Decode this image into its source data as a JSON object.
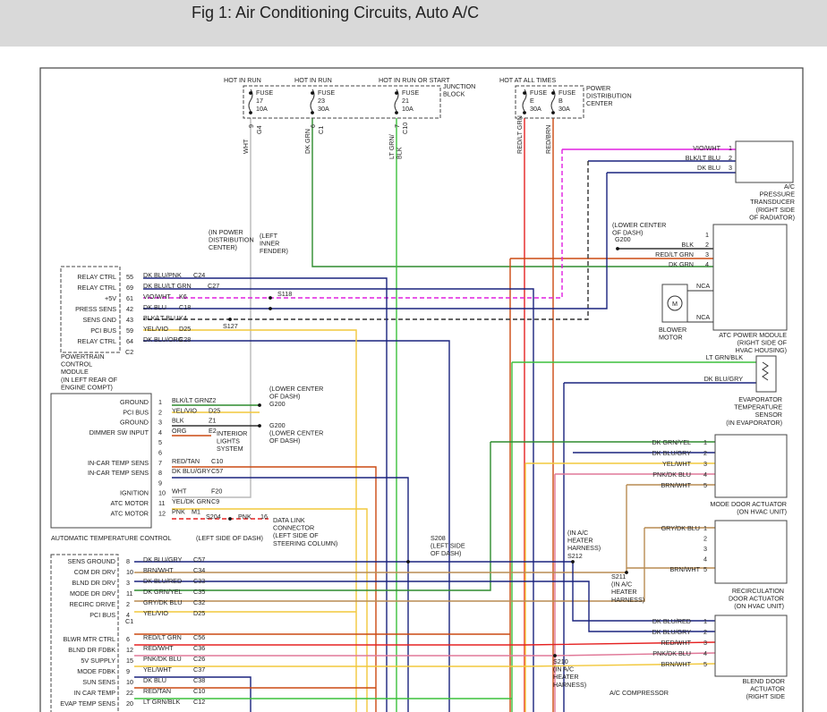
{
  "title": "Fig 1: Air Conditioning Circuits, Auto A/C",
  "colors": {
    "wire_green": "#2e8b2e",
    "wire_blue": "#1a237e",
    "wire_orange_red": "#cc4a12",
    "wire_red": "#e52222",
    "wire_magenta": "#e020e0",
    "wire_yellow": "#f2c83c",
    "wire_gray": "#b8b8b8",
    "wire_lime": "#3cc03c",
    "wire_pink": "#e07898",
    "wire_brown": "#b88c52",
    "box_border": "#444444"
  },
  "fuses": [
    {
      "hot": "HOT IN RUN",
      "name": "FUSE",
      "num": "17",
      "amp": "10A",
      "pin": "9",
      "circuit": "G4",
      "color": "WHT"
    },
    {
      "hot": "HOT IN RUN",
      "name": "FUSE",
      "num": "23",
      "amp": "30A",
      "pin": "6",
      "circuit": "C1",
      "color": "DK GRN"
    },
    {
      "hot": "HOT IN RUN OR START",
      "name": "FUSE",
      "num": "21",
      "amp": "10A",
      "pin": "7",
      "circuit": "C10",
      "color": "LT GRN/\nBLK"
    },
    {
      "hot": "HOT AT ALL TIMES",
      "name": "FUSE",
      "num": "E",
      "amp": "30A",
      "pin": "",
      "circuit": "",
      "color": "RED/LT GRN"
    },
    {
      "hot": "",
      "name": "FUSE",
      "num": "B",
      "amp": "30A",
      "pin": "",
      "circuit": "",
      "color": "RED/BRN"
    }
  ],
  "labels": {
    "junction_block": "JUNCTION\nBLOCK",
    "pdc": "POWER\nDISTRIBUTION\nCENTER",
    "in_pdc": "(IN POWER\nDISTRIBUTION\nCENTER)",
    "left_inner_fender": "(LEFT\nINNER\nFENDER)",
    "lower_center_dash_g200": "(LOWER CENTER\nOF DASH)",
    "g200": "G200",
    "s118": "S118",
    "s127": "S127",
    "pcm": "POWERTRAIN\nCONTROL\nMODULE\n(IN LEFT REAR OF\nENGINE COMPT)",
    "pcm_c2": "C2",
    "atc": "AUTOMATIC TEMPERATURE CONTROL",
    "atc_c1": "C1",
    "interior_lights": "INTERIOR\nLIGHTS\nSYSTEM",
    "dlc": "DATA LINK\nCONNECTOR\n(LEFT SIDE OF\nSTEERING COLUMN)",
    "left_side_dash": "(LEFT SIDE OF DASH)",
    "g200_a": "(LOWER CENTER\nOF DASH)\nG200",
    "g200_b": "G200\n(LOWER CENTER\nOF DASH)",
    "s208": "S208\n(LEFT SIDE\nOF DASH)",
    "s212": "(IN A/C\nHEATER\nHARNESS)\nS212",
    "s211": "S211\n(IN A/C\nHEATER\nHARNESS)",
    "s210": "S210\n(IN A/C\nHEATER\nHARNESS)",
    "ac_pressure": "A/C\nPRESSURE\nTRANSDUCER\n(RIGHT SIDE\nOF RADIATOR)",
    "atc_power": "ATC POWER MODULE\n(RIGHT SIDE OF\nHVAC HOUSING)",
    "blower": "BLOWER\nMOTOR",
    "evap": "EVAPORATOR\nTEMPERATURE\nSENSOR\n(IN EVAPORATOR)",
    "mode_door": "MODE DOOR ACTUATOR\n(ON HVAC UNIT)",
    "recirc_door": "RECIRCULATION\nDOOR ACTUATOR\n(ON HVAC UNIT)",
    "blend_door": "BLEND DOOR\nACTUATOR\n(RIGHT SIDE",
    "ac_compressor": "A/C COMPRESSOR",
    "nca": "NCA",
    "m": "M"
  },
  "ac_pressure_pins": [
    {
      "wire": "VIO/WHT",
      "pin": "1"
    },
    {
      "wire": "BLK/LT BLU",
      "pin": "2"
    },
    {
      "wire": "DK BLU",
      "pin": "3"
    }
  ],
  "atc_power_pins": [
    {
      "wire": "",
      "pin": "1"
    },
    {
      "wire": "BLK",
      "pin": "2"
    },
    {
      "wire": "RED/LT GRN",
      "pin": "3"
    },
    {
      "wire": "DK GRN",
      "pin": "4"
    }
  ],
  "evap_pins": [
    {
      "wire": "LT GRN/BLK"
    },
    {
      "wire": "DK BLU/GRY"
    }
  ],
  "mode_pins": [
    {
      "wire": "DK GRN/YEL",
      "pin": "1"
    },
    {
      "wire": "DK BLU/GRY",
      "pin": "2"
    },
    {
      "wire": "YEL/WHT",
      "pin": "3"
    },
    {
      "wire": "PNK/DK BLU",
      "pin": "4"
    },
    {
      "wire": "BRN/WHT",
      "pin": "5"
    }
  ],
  "recirc_pins": [
    {
      "wire": "GRY/DK BLU",
      "pin": "1"
    },
    {
      "wire": "",
      "pin": "2"
    },
    {
      "wire": "",
      "pin": "3"
    },
    {
      "wire": "",
      "pin": "4"
    },
    {
      "wire": "BRN/WHT",
      "pin": "5"
    }
  ],
  "blend_pins": [
    {
      "wire": "DK BLU/RED",
      "pin": "1"
    },
    {
      "wire": "DK BLU/GRY",
      "pin": "2"
    },
    {
      "wire": "RED/WHT",
      "pin": "3"
    },
    {
      "wire": "PNK/DK BLU",
      "pin": "4"
    },
    {
      "wire": "BRN/WHT",
      "pin": "5"
    }
  ],
  "pcm_pins": [
    {
      "func": "RELAY CTRL",
      "pin": "55",
      "wire": "DK BLU/PNK",
      "circuit": "C24"
    },
    {
      "func": "RELAY CTRL",
      "pin": "69",
      "wire": "DK BLU/LT GRN",
      "circuit": "C27"
    },
    {
      "func": "+5V",
      "pin": "61",
      "wire": "VIO/WHT",
      "circuit": "K6"
    },
    {
      "func": "PRESS SENS",
      "pin": "42",
      "wire": "DK BLU",
      "circuit": "C18"
    },
    {
      "func": "SENS GND",
      "pin": "43",
      "wire": "BLK/LT BLU",
      "circuit": "K4"
    },
    {
      "func": "PCI BUS",
      "pin": "59",
      "wire": "YEL/VIO",
      "circuit": "D25"
    },
    {
      "func": "RELAY CTRL",
      "pin": "64",
      "wire": "DK BLU/ORG",
      "circuit": "C28"
    }
  ],
  "atc_pins": [
    {
      "func": "GROUND",
      "pin": "1",
      "wire": "BLK/LT GRN",
      "circuit": "Z2"
    },
    {
      "func": "PCI BUS",
      "pin": "2",
      "wire": "YEL/VIO",
      "circuit": "D25"
    },
    {
      "func": "GROUND",
      "pin": "3",
      "wire": "BLK",
      "circuit": "Z1"
    },
    {
      "func": "DIMMER SW INPUT",
      "pin": "4",
      "wire": "ORG",
      "circuit": "E2"
    },
    {
      "func": "",
      "pin": "5",
      "wire": "",
      "circuit": ""
    },
    {
      "func": "",
      "pin": "6",
      "wire": "",
      "circuit": ""
    },
    {
      "func": "IN-CAR TEMP SENS",
      "pin": "7",
      "wire": "RED/TAN",
      "circuit": "C10"
    },
    {
      "func": "IN-CAR TEMP SENS",
      "pin": "8",
      "wire": "DK BLU/GRY",
      "circuit": "C57"
    },
    {
      "func": "",
      "pin": "9",
      "wire": "",
      "circuit": ""
    },
    {
      "func": "IGNITION",
      "pin": "10",
      "wire": "WHT",
      "circuit": "F20"
    },
    {
      "func": "ATC MOTOR",
      "pin": "11",
      "wire": "YEL/DK GRN",
      "circuit": "C9"
    },
    {
      "func": "ATC MOTOR",
      "pin": "12",
      "wire": "PNK",
      "circuit": "M1"
    }
  ],
  "atc_pin12_extra": {
    "splice": "S204",
    "wire2": "PNK",
    "pin2": "16"
  },
  "bottom_pins": [
    {
      "func": "SENS GROUND",
      "pin": "8",
      "wire": "DK BLU/GRY",
      "circuit": "C57"
    },
    {
      "func": "COM DR DRV",
      "pin": "10",
      "wire": "BRN/WHT",
      "circuit": "C34"
    },
    {
      "func": "BLND DR DRV",
      "pin": "3",
      "wire": "DK BLU/RED",
      "circuit": "C33"
    },
    {
      "func": "MODE DR DRV",
      "pin": "11",
      "wire": "DK GRN/YEL",
      "circuit": "C35"
    },
    {
      "func": "RECIRC DRIVE",
      "pin": "2",
      "wire": "GRY/DK BLU",
      "circuit": "C32"
    },
    {
      "func": "PCI BUS",
      "pin": "4",
      "wire": "YEL/VIO",
      "circuit": "D25"
    },
    {
      "func": "BLWR MTR CTRL",
      "pin": "6",
      "wire": "RED/LT GRN",
      "circuit": "C56"
    },
    {
      "func": "BLND DR FDBK",
      "pin": "12",
      "wire": "RED/WHT",
      "circuit": "C36"
    },
    {
      "func": "5V SUPPLY",
      "pin": "15",
      "wire": "PNK/DK BLU",
      "circuit": "C26"
    },
    {
      "func": "MODE FDBK",
      "pin": "9",
      "wire": "YEL/WHT",
      "circuit": "C37"
    },
    {
      "func": "SUN SENS",
      "pin": "10",
      "wire": "DK BLU",
      "circuit": "C38"
    },
    {
      "func": "IN CAR TEMP",
      "pin": "22",
      "wire": "RED/TAN",
      "circuit": "C10"
    },
    {
      "func": "EVAP TEMP SENS",
      "pin": "20",
      "wire": "LT GRN/BLK",
      "circuit": "C12"
    }
  ]
}
